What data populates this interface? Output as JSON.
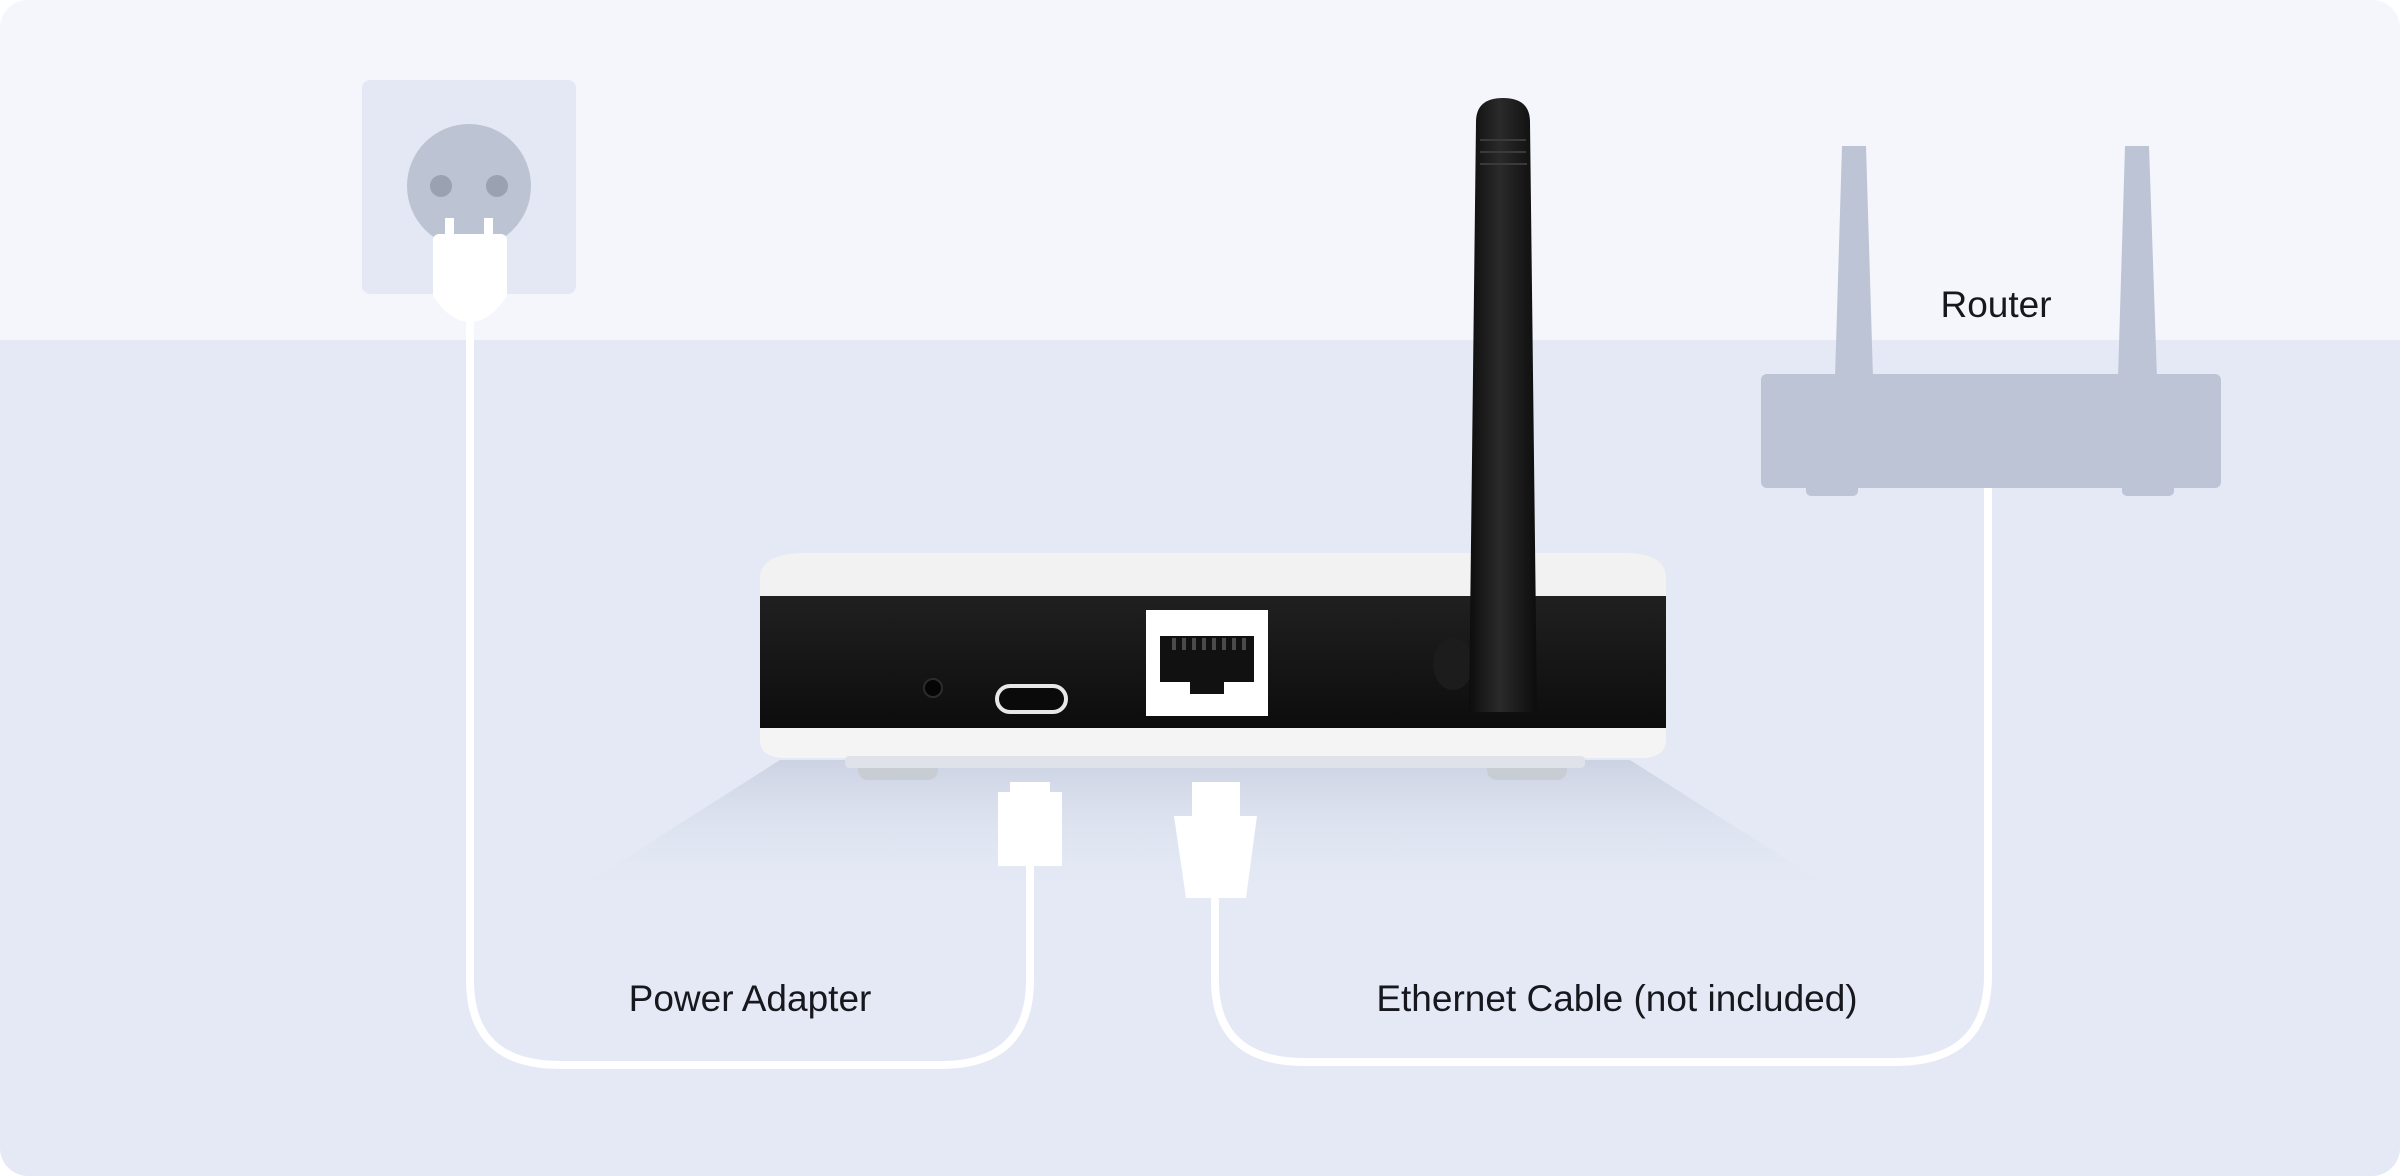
{
  "labels": {
    "router": "Router",
    "power_adapter": "Power Adapter",
    "ethernet_cable": "Ethernet Cable (not included)"
  },
  "colors": {
    "wall_upper": "#f4f6fb",
    "wall_lower": "#e4e9f5",
    "outlet_plate": "#e3e8f4",
    "outlet_socket": "#bcc3d3",
    "router_silhouette": "#bcc4d5",
    "cable": "#ffffff",
    "device_shell": "#f5f5f5",
    "device_face": "#141414",
    "antenna": "#161616",
    "text": "#16181d"
  }
}
